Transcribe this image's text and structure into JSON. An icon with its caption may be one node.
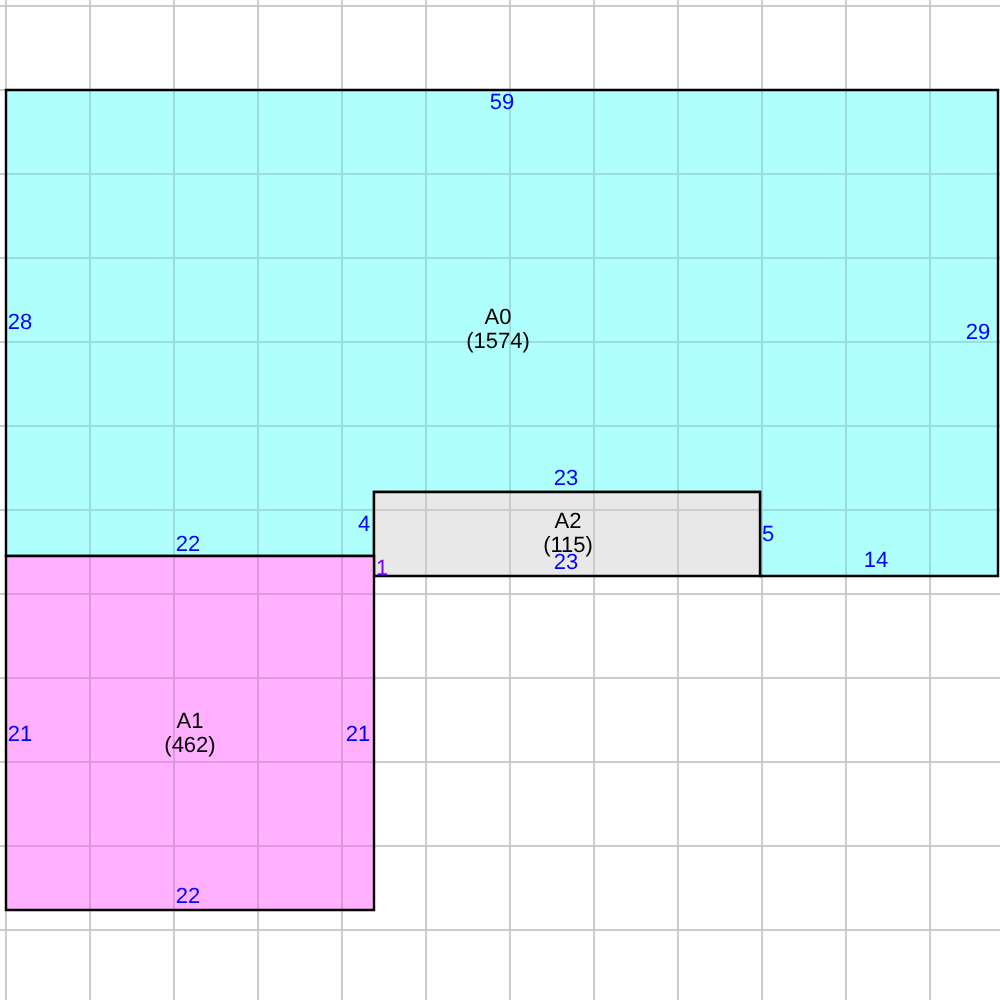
{
  "diagram": {
    "nodes": [
      {
        "text": [
          "A0",
          "(1574)"
        ]
      },
      {
        "text": [
          "A2",
          "(115)"
        ]
      },
      {
        "text": [
          "A1",
          "(462)"
        ]
      }
    ],
    "labels": [
      "59",
      "28",
      "29",
      "23",
      "22",
      "4",
      "5",
      "14",
      "1",
      "23",
      "21",
      "21",
      "22"
    ]
  }
}
